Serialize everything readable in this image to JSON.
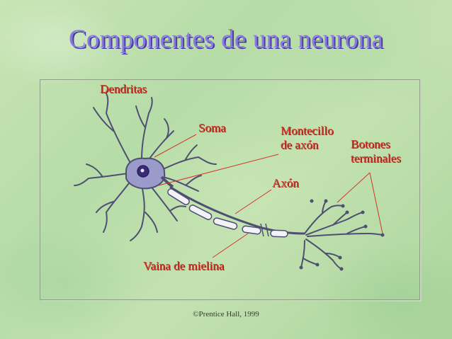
{
  "title": "Componentes de una neurona",
  "labels": {
    "dendritas": "Dendritas",
    "soma": "Soma",
    "montecillo_line1": "Montecillo",
    "montecillo_line2": "de axón",
    "botones_line1": "Botones",
    "botones_line2": "terminales",
    "axon": "Axón",
    "vaina": "Vaina de mielina"
  },
  "copyright": "©Prentice Hall, 1999",
  "colors": {
    "title": "#8a7ae0",
    "label": "#d2332a",
    "neuron_outline": "#4e4f72",
    "soma_fill": "#9a9acb",
    "nucleus": "#3a2a78",
    "myelin": "#f2f2f8",
    "pointer": "#d2332a"
  }
}
